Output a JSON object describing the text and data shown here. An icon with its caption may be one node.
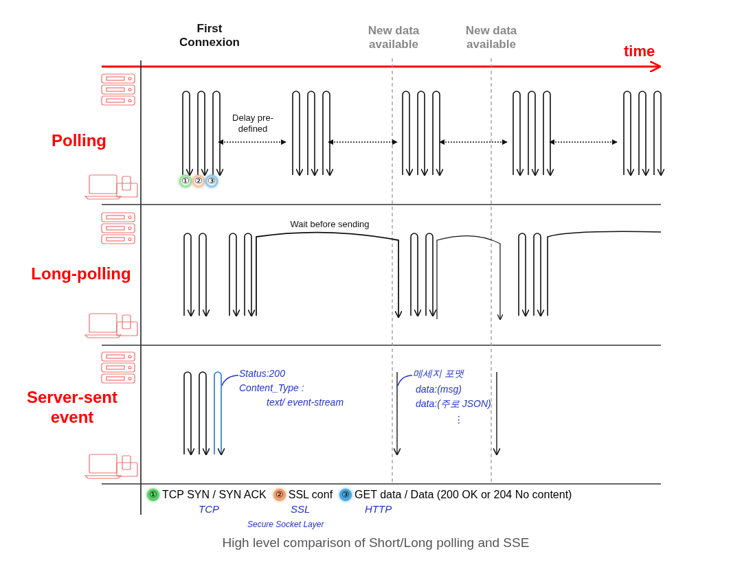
{
  "diagram": {
    "caption": "High level comparison of Short/Long polling and SSE",
    "nodes": [
      {
        "text": [
          "Status:200",
          "Content_Type :",
          "text/ event-stream"
        ]
      },
      {
        "text": [],
        "shape": "line"
      },
      {
        "text": [
          "메세지 포맷",
          "data:(msg)",
          "data:(주로 JSON)",
          "⋮"
        ]
      },
      {
        "text": [],
        "shape": "line"
      }
    ],
    "edges": [
      {
        "from": 0,
        "to": 1,
        "arrow": "none"
      },
      {
        "from": 2,
        "to": 3,
        "arrow": "none"
      }
    ],
    "labels": [
      "First Connexion",
      "New data available",
      "New data available",
      "time",
      "Polling",
      "Delay pre-defined",
      "①",
      "②",
      "③",
      "Long-polling",
      "Wait before sending",
      "Server-sent event",
      "①",
      "②",
      "③",
      "TCP",
      "SSL",
      "HTTP",
      "Secure Socket Layer"
    ],
    "legend": [
      {
        "text": "TCP SYN / SYN ACK",
        "color": "#5ccf6a"
      },
      {
        "text": "SSL conf",
        "color": "#f0a070"
      },
      {
        "text": "GET data / Data (200 OK or 204 No content)",
        "color": "#4aa8e0"
      }
    ]
  }
}
